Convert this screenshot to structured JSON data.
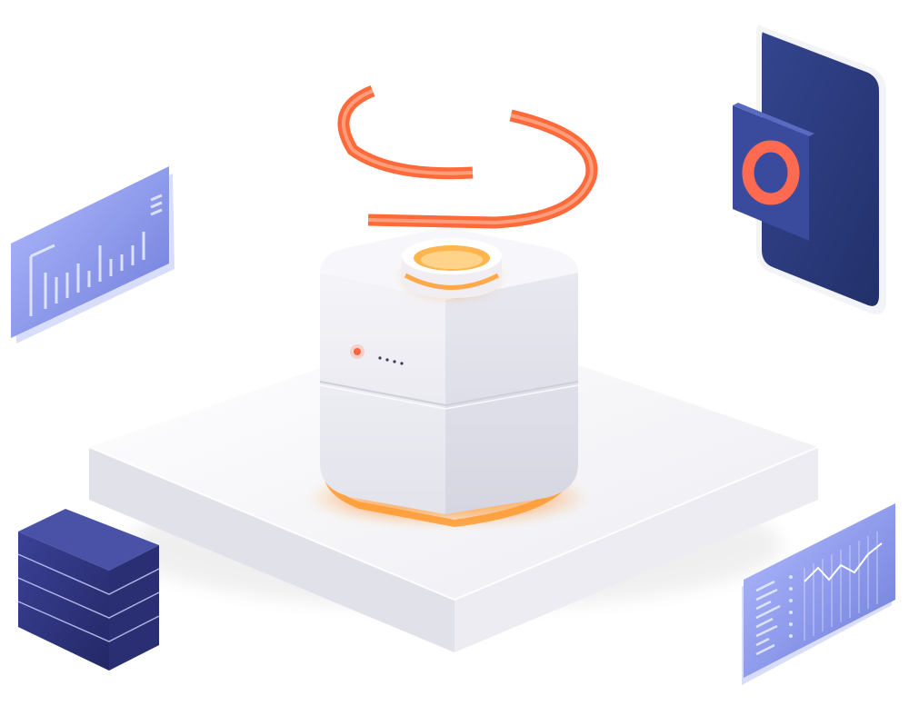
{
  "scene": {
    "colors": {
      "background": "#ffffff",
      "platform_top": "#f6f6f9",
      "platform_side_left": "#dcdce6",
      "platform_side_right": "#e9e9f0",
      "device_white": "#f1f1f5",
      "glow_orange": "#ff9a2e",
      "ring_orange": "#ff6a3a",
      "panel_blue": "#7f8fe8",
      "panel_blue_light": "#aab6ff",
      "server_navy": "#2f347a",
      "phone_navy": "#2c3b7f",
      "phone_frame": "#f4f5f8"
    },
    "icons": [
      "smart-hub-device",
      "orange-halo-ring",
      "bar-chart-panel",
      "line-chart-panel",
      "server-stack",
      "smartphone-target"
    ],
    "status_leds": 4
  }
}
